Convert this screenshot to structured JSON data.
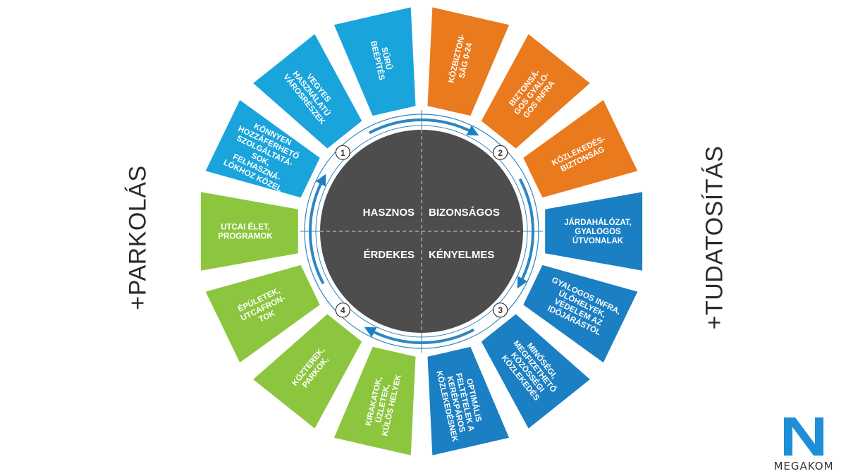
{
  "center": {
    "quadrants": [
      {
        "label": "HASZNOS",
        "quadrant": "top-left"
      },
      {
        "label": "BIZONSÁGOS",
        "quadrant": "top-right"
      },
      {
        "label": "ÉRDEKES",
        "quadrant": "bottom-left"
      },
      {
        "label": "KÉNYELMES",
        "quadrant": "bottom-right"
      }
    ],
    "steps": [
      "1",
      "2",
      "3",
      "4"
    ]
  },
  "colors": {
    "orange": "#ea7a1e",
    "light_blue": "#1aa4dc",
    "dark_blue": "#1b7fc3",
    "green": "#8cc63f",
    "core": "#4d4d4d",
    "ring": "#2e86c1"
  },
  "segments": [
    {
      "lines": [
        "KÖZBIZTON-",
        "SÁG 0-24"
      ],
      "color": "orange"
    },
    {
      "lines": [
        "BIZTONSÁ-",
        "GOS GYALO-",
        "GOS INFRA"
      ],
      "color": "orange"
    },
    {
      "lines": [
        "KÖZLEKEDÉS-",
        "BIZTONSÁG"
      ],
      "color": "orange"
    },
    {
      "lines": [
        "JÁRDAHÁLÓZAT,",
        "GYALOGOS",
        "ÚTVONALAK"
      ],
      "color": "dark_blue"
    },
    {
      "lines": [
        "GYALOGOS INFRA,",
        "ÜLŐHELYEK,",
        "VÉDELEM AZ",
        "IDŐJÁRÁSTÓL"
      ],
      "color": "dark_blue"
    },
    {
      "lines": [
        "MINŐSÉGI,",
        "MEGFIZETHETŐ",
        "KÖZÖSSÉGI",
        "KÖZLEKEDÉS"
      ],
      "color": "dark_blue"
    },
    {
      "lines": [
        "OPTIMÁLIS",
        "FELTÉTELEK A",
        "KERÉKPÁROS",
        "KÖZLEKEDÉSNEK"
      ],
      "color": "dark_blue"
    },
    {
      "lines": [
        "KIRAKATOK,",
        "ÜZLETEK,",
        "KÜLÖS HELYEK"
      ],
      "color": "green"
    },
    {
      "lines": [
        "KÖZTEREK,",
        "PARKOK,"
      ],
      "color": "green"
    },
    {
      "lines": [
        "ÉPÜLETEK,",
        "UTCAFRON-",
        "TOK"
      ],
      "color": "green"
    },
    {
      "lines": [
        "UTCAI ÉLET,",
        "PROGRAMOK"
      ],
      "color": "green"
    },
    {
      "lines": [
        "KÖNNYEN",
        "HOZZÁFÉRHETŐ",
        "SZOLGÁLTATÁ-",
        "SOK,",
        "FELHASZNÁ-",
        "LÓKHOZ KÖZEL"
      ],
      "color": "light_blue"
    },
    {
      "lines": [
        "VEGYES",
        "HASZNÁLATÚ",
        "VÁROSRÉSZEK"
      ],
      "color": "light_blue"
    },
    {
      "lines": [
        "SŰRŰ",
        "BEÉPÍTÉS"
      ],
      "color": "light_blue"
    }
  ],
  "side_labels": {
    "left": "+PARKOLÁS",
    "right": "+TUDATOSÍTÁS"
  },
  "logo": {
    "text": "MEGAKOM",
    "color": "#1e8fd6"
  }
}
